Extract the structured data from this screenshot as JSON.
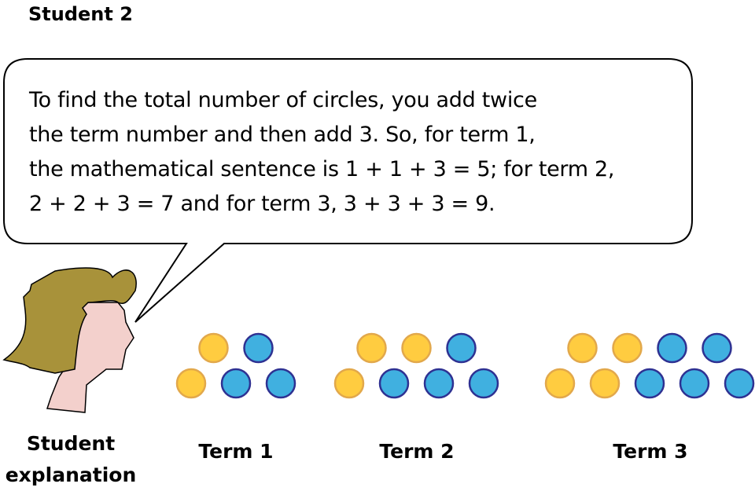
{
  "title": "Student 2",
  "speech_lines": [
    "To find the total number of circles, you add twice",
    "the term number and then add 3. So, for term 1,",
    "the mathematical sentence is 1 + 1 + 3 = 5; for term 2,",
    "2 + 2 + 3 = 7 and for term 3, 3 + 3 + 3 = 9."
  ],
  "student_label": [
    "Student",
    "explanation"
  ],
  "terms": [
    {
      "label": "Term 1",
      "yellow": 2,
      "blue": 3
    },
    {
      "label": "Term 2",
      "yellow": 3,
      "blue": 4
    },
    {
      "label": "Term 3",
      "yellow": 4,
      "blue": 5
    }
  ],
  "colors": {
    "yellow": "#FFCC40",
    "yellow_stroke": "#E2A84B",
    "blue": "#40B0E0",
    "blue_stroke": "#2E3192",
    "hair": "#A8923A",
    "skin": "#F3D0CC"
  }
}
